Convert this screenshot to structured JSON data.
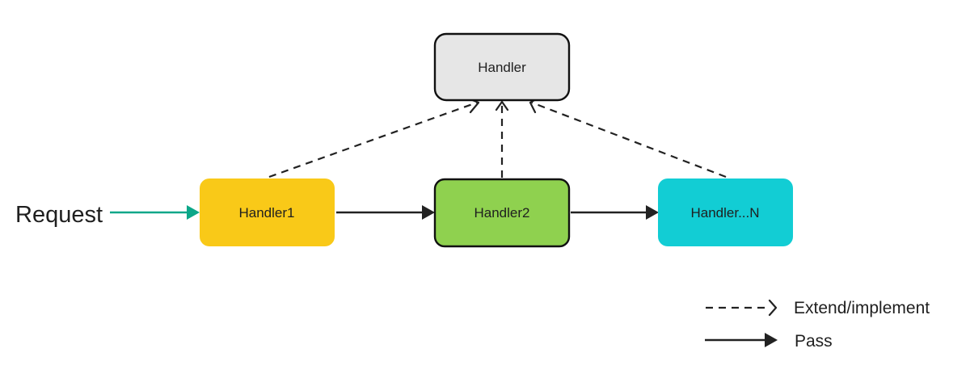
{
  "diagram": {
    "request_label": "Request",
    "nodes": {
      "handler": {
        "label": "Handler",
        "color": "#e6e6e6",
        "stroke": "#111111"
      },
      "handler1": {
        "label": "Handler1",
        "color": "#f9c918",
        "stroke": "#f9c918"
      },
      "handler2": {
        "label": "Handler2",
        "color": "#8fd14f",
        "stroke": "#111111"
      },
      "handlerN": {
        "label": "Handler...N",
        "color": "#12cdd4",
        "stroke": "#12cdd4"
      }
    },
    "edges": [
      {
        "from": "Request",
        "to": "Handler1",
        "type": "pass",
        "color": "#0ca789"
      },
      {
        "from": "Handler1",
        "to": "Handler2",
        "type": "pass"
      },
      {
        "from": "Handler2",
        "to": "Handler...N",
        "type": "pass"
      },
      {
        "from": "Handler1",
        "to": "Handler",
        "type": "extend"
      },
      {
        "from": "Handler2",
        "to": "Handler",
        "type": "extend"
      },
      {
        "from": "Handler...N",
        "to": "Handler",
        "type": "extend"
      }
    ],
    "legend": {
      "extend_label": "Extend/implement",
      "pass_label": "Pass"
    }
  }
}
